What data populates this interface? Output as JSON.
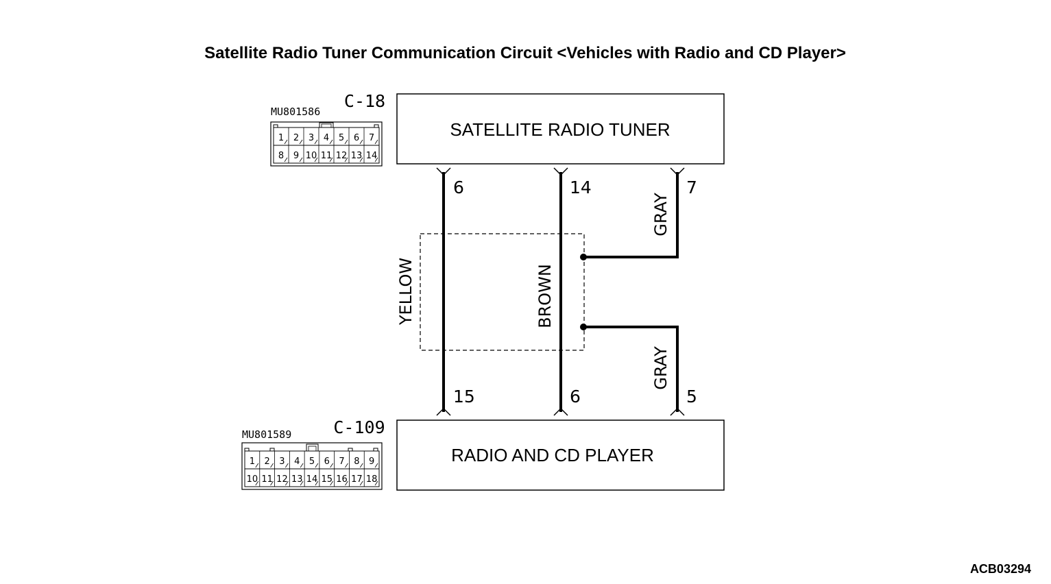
{
  "title": "Satellite Radio Tuner Communication Circuit <Vehicles with Radio and CD Player>",
  "reference_code": "ACB03294",
  "units": {
    "top": {
      "name": "SATELLITE RADIO TUNER",
      "connector": "C-18",
      "part_number": "MU801586"
    },
    "bottom": {
      "name": "RADIO AND CD PLAYER",
      "connector": "C-109",
      "part_number": "MU801589"
    }
  },
  "wires": [
    {
      "color_label": "YELLOW",
      "top_pin": "6",
      "bottom_pin": "15"
    },
    {
      "color_label": "BROWN",
      "top_pin": "14",
      "bottom_pin": "6"
    },
    {
      "color_label_top": "GRAY",
      "color_label_bottom": "GRAY",
      "top_pin": "7",
      "bottom_pin": "5"
    }
  ],
  "connector_c18": {
    "row1": [
      "1",
      "2",
      "3",
      "4",
      "5",
      "6",
      "7"
    ],
    "row2": [
      "8",
      "9",
      "10",
      "11",
      "12",
      "13",
      "14"
    ]
  },
  "connector_c109": {
    "row1": [
      "1",
      "2",
      "3",
      "4",
      "5",
      "6",
      "7",
      "8",
      "9"
    ],
    "row2": [
      "10",
      "11",
      "12",
      "13",
      "14",
      "15",
      "16",
      "17",
      "18"
    ]
  },
  "colors": {
    "line": "#000000",
    "background": "#ffffff"
  },
  "icons": {
    "splice": "splice-dot-icon",
    "connector_terminal": "terminal-fork-icon"
  }
}
